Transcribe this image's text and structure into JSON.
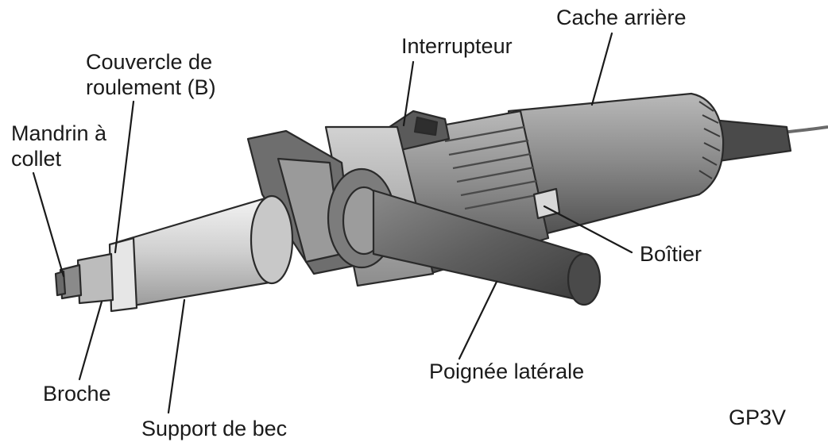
{
  "labels": {
    "cache_arriere": "Cache arrière",
    "interrupteur": "Interrupteur",
    "couvercle_line1": "Couvercle de",
    "couvercle_line2": "roulement (B)",
    "mandrin_line1": "Mandrin à",
    "mandrin_line2": "collet",
    "boitier": "Boîtier",
    "poignee": "Poignée latérale",
    "broche": "Broche",
    "support": "Support de bec",
    "model": "GP3V"
  }
}
